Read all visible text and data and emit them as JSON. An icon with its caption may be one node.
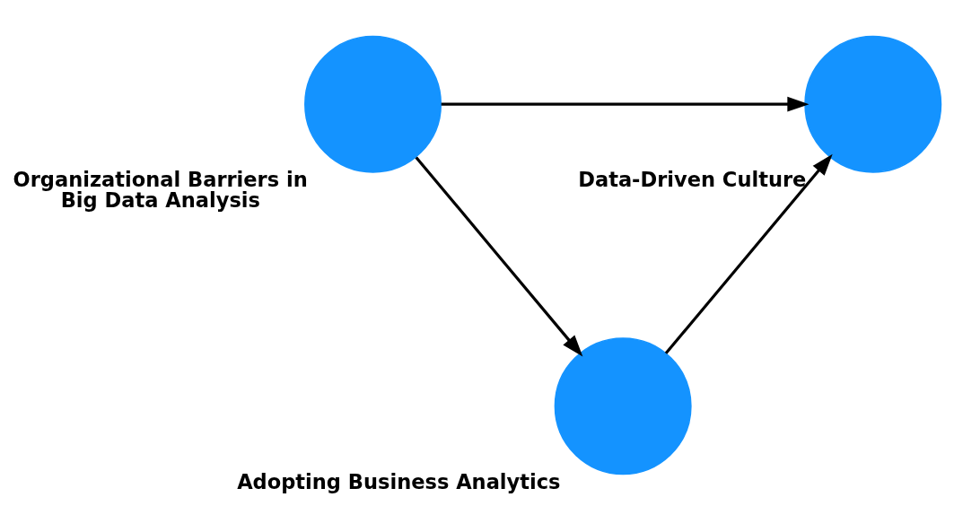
{
  "diagram": {
    "nodes": [
      {
        "text": [
          "Adopting Business Analytics"
        ]
      },
      {
        "text": [
          "Organizational Barriers in Big Data Analysis"
        ]
      },
      {
        "text": [
          "Data-Driven Culture"
        ]
      }
    ],
    "edges": [
      {
        "from": 1,
        "to": 0,
        "arrow": "to"
      },
      {
        "from": 0,
        "to": 2,
        "arrow": "to"
      },
      {
        "from": 1,
        "to": 2,
        "arrow": "to"
      }
    ]
  }
}
